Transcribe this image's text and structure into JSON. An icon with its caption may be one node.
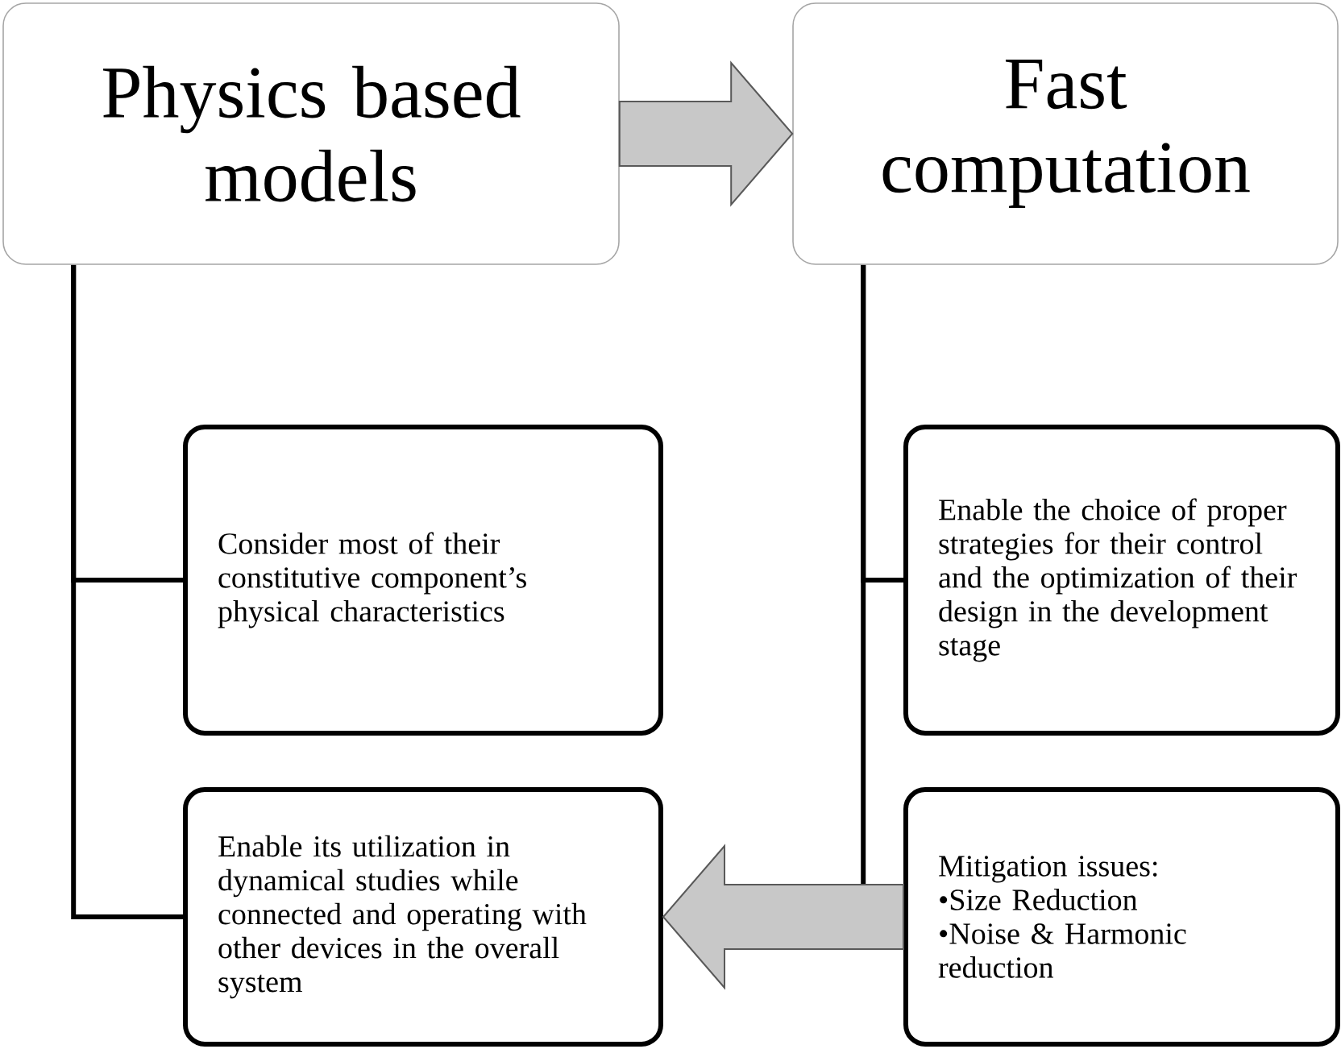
{
  "diagram": {
    "nodes": [
      {
        "text": [
          "Physics based models"
        ]
      },
      {
        "text": [
          "Fast computation"
        ]
      },
      {
        "text": [
          "Consider most of their constitutive component’s physical characteristics"
        ]
      },
      {
        "text": [
          "Enable the choice of proper strategies for their control and the optimization of their design in the development stage"
        ]
      },
      {
        "text": [
          "Enable its utilization in dynamical studies while connected and operating with other devices in the overall system"
        ]
      },
      {
        "text": [
          "Mitigation  issues:",
          "•Size Reduction",
          "•Noise & Harmonic reduction"
        ]
      }
    ],
    "edges": [
      {
        "from": 0,
        "to": 1,
        "arrow": "to",
        "style": "thick",
        "color": "#c8c8c8"
      },
      {
        "from": 0,
        "to": 2,
        "arrow": "none"
      },
      {
        "from": 0,
        "to": 4,
        "arrow": "none"
      },
      {
        "from": 1,
        "to": 3,
        "arrow": "none"
      },
      {
        "from": 1,
        "to": 5,
        "arrow": "none"
      },
      {
        "from": 5,
        "to": 4,
        "arrow": "to",
        "style": "thick",
        "color": "#c8c8c8"
      }
    ]
  }
}
